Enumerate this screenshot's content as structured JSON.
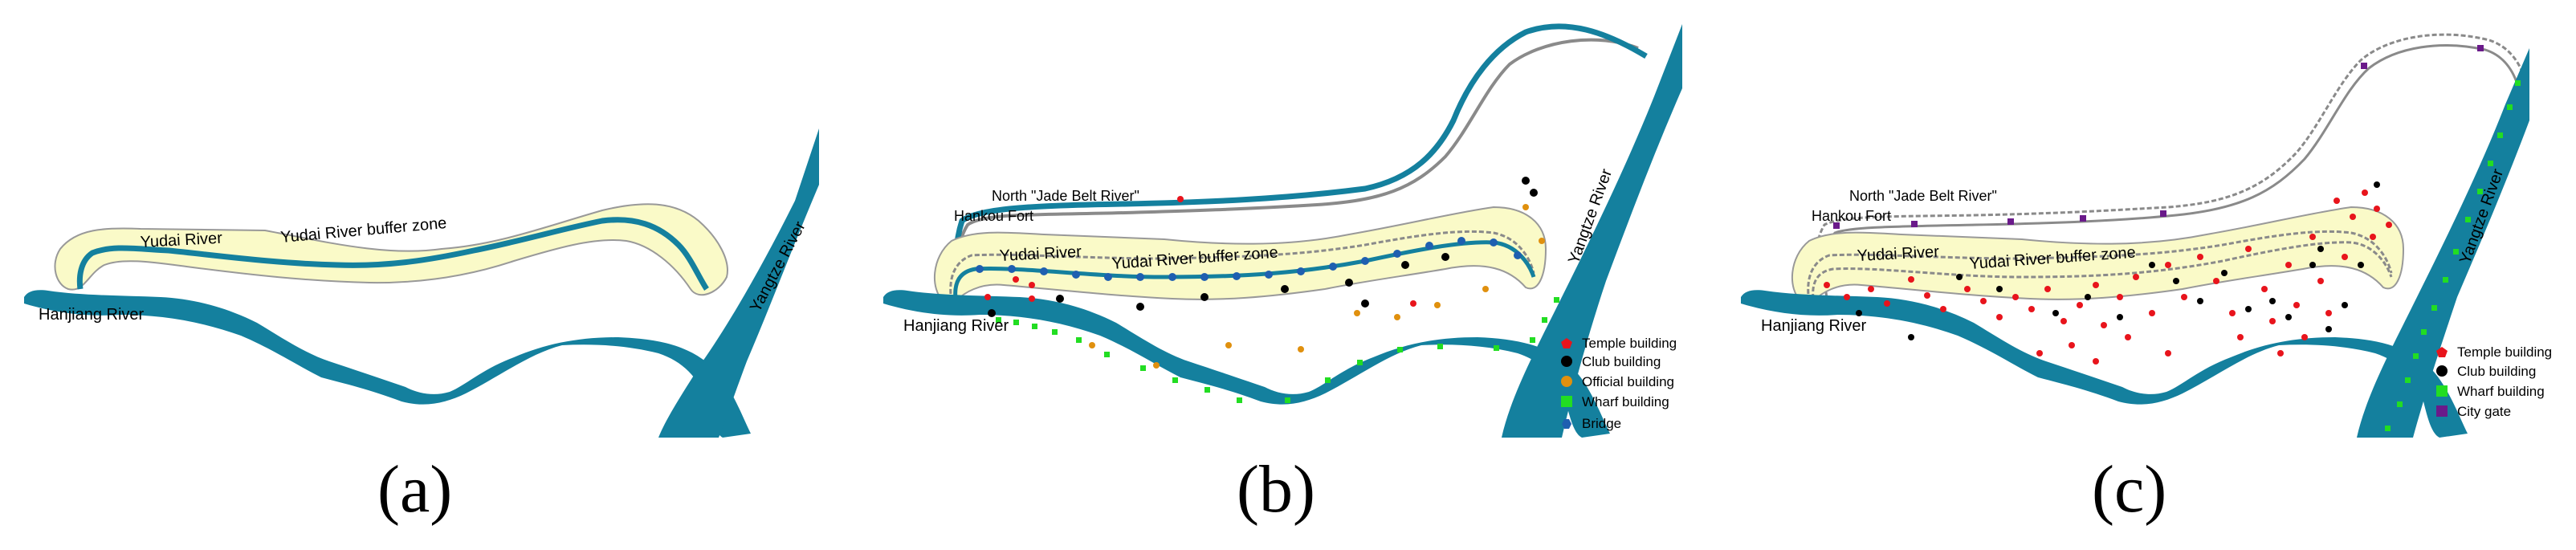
{
  "panels": {
    "a": {
      "label": "(a)",
      "map_labels": {
        "yudai_river": "Yudai River",
        "buffer_zone": "Yudai River buffer zone",
        "hanjiang_river": "Hanjiang River",
        "yangtze_river": "Yangtze River"
      }
    },
    "b": {
      "label": "(b)",
      "map_labels": {
        "jade_belt_river": "North \"Jade Belt River\"",
        "hankou_fort": "Hankou Fort",
        "yudai_river": "Yudai River",
        "buffer_zone": "Yudai River buffer zone",
        "hanjiang_river": "Hanjiang River",
        "yangtze_river": "Yangtze River"
      },
      "legend": [
        {
          "label": "Temple building",
          "color": "#e8141c",
          "icon": "pentagon-icon"
        },
        {
          "label": "Club building",
          "color": "#000000",
          "icon": "circle-icon"
        },
        {
          "label": "Official building",
          "color": "#e0900e",
          "icon": "circle-icon"
        },
        {
          "label": "Wharf building",
          "color": "#22dd22",
          "icon": "square-icon"
        },
        {
          "label": "Bridge",
          "color": "#1f5fb0",
          "icon": "hexagon-icon"
        }
      ]
    },
    "c": {
      "label": "(c)",
      "map_labels": {
        "jade_belt_river": "North \"Jade Belt River\"",
        "hankou_fort": "Hankou Fort",
        "yudai_river": "Yudai River",
        "buffer_zone": "Yudai River buffer zone",
        "hanjiang_river": "Hanjiang River",
        "yangtze_river": "Yangtze River"
      },
      "legend": [
        {
          "label": "Temple building",
          "color": "#e8141c",
          "icon": "pentagon-icon"
        },
        {
          "label": "Club building",
          "color": "#000000",
          "icon": "circle-icon"
        },
        {
          "label": "Wharf building",
          "color": "#22dd22",
          "icon": "square-icon"
        },
        {
          "label": "City gate",
          "color": "#6a1a8a",
          "icon": "square-icon"
        }
      ]
    }
  },
  "colors": {
    "river": "#14809e",
    "buffer_fill": "#fafac8",
    "buffer_stroke": "#999999",
    "wall": "#8a8a8a"
  }
}
